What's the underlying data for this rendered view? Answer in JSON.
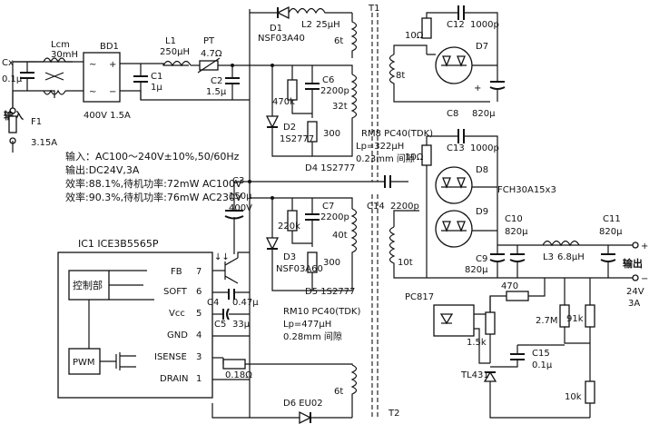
{
  "input": {
    "cx": "Cx",
    "cx_val": "0.1μ",
    "lcm": "Lcm",
    "lcm_val": "30mH",
    "fuse": "F1",
    "fuse_val": "3.15A",
    "label": "输入"
  },
  "bridge": {
    "ref": "BD1",
    "rating": "400V  1.5A"
  },
  "filter": {
    "c1": "C1",
    "c1_val": "1μ",
    "l1": "L1",
    "l1_val": "250μH",
    "pt": "PT",
    "pt_val": "4.7Ω",
    "c2": "C2",
    "c2_val": "1.5μ",
    "c3": "C3",
    "c3_val": "150μ",
    "c3_v": "400V"
  },
  "specs": [
    "输入：AC100～240V±10%,50/60Hz",
    "输出:DC24V,3A",
    "效率:88.1%,待机功率:72mW  AC100V",
    "效率:90.3%,待机功率:76mW  AC230V"
  ],
  "snubber_top": {
    "d1": "D1",
    "d1_val": "NSF03A40",
    "l2": "L2",
    "l2_val": "25μH",
    "turns": "6t",
    "r470": "470k",
    "d2": "D2",
    "d2_val": "1S2777",
    "c6": "C6",
    "c6_val": "2200p",
    "turns32": "32t",
    "r300": "300",
    "d4": "D4  1S2777"
  },
  "snubber_bot": {
    "c7": "C7",
    "c7_val": "2200p",
    "r220": "220k",
    "turns40": "40t",
    "d3": "D3",
    "d3_val": "NSF03A60",
    "r300": "300",
    "d5": "D5  1S2777"
  },
  "transformers": {
    "t1": "T1",
    "t2": "T2",
    "rm8": "RM8  PC40(TDK)",
    "lp1": "Lp=322μH",
    "gap1": "0.23mm 间隙",
    "rm10": "RM10  PC40(TDK)",
    "lp2": "Lp=477μH",
    "gap2": "0.28mm 间隙",
    "c14": "C14",
    "c14_val": "2200p"
  },
  "secondary": {
    "r10a": "10Ω",
    "c12": "C12",
    "c12_val": "1000p",
    "d7": "D7",
    "turns8": "8t",
    "c8": "C8",
    "c8_val": "820μ",
    "r10b": "10Ω",
    "c13": "C13",
    "c13_val": "1000p",
    "d8": "D8",
    "d9": "D9",
    "diode_part": "FCH30A15x3",
    "turns10": "10t",
    "c9": "C9",
    "c9_val": "820μ",
    "c10": "C10",
    "c10_val": "820μ",
    "l3": "L3",
    "l3_val": "6.8μH",
    "c11": "C11",
    "c11_val": "820μ",
    "out_label": "输出",
    "out_v": "24V",
    "out_a": "3A",
    "plus": "+",
    "minus": "−"
  },
  "feedback": {
    "pc817": "PC817",
    "r470": "470",
    "r15k": "1.5k",
    "r27m": "2.7M",
    "r91k": "91k",
    "c15": "C15",
    "c15_val": "0.1μ",
    "tl431": "TL431",
    "r10k": "10k"
  },
  "ic": {
    "ref": "IC1  ICE3B5565P",
    "ctrl": "控制部",
    "pwm": "PWM",
    "pins": [
      {
        "name": "FB",
        "num": "7"
      },
      {
        "name": "SOFT",
        "num": "6"
      },
      {
        "name": "Vcc",
        "num": "5"
      },
      {
        "name": "GND",
        "num": "4"
      },
      {
        "name": "ISENSE",
        "num": "3"
      },
      {
        "name": "DRAIN",
        "num": "1"
      }
    ],
    "c4": "C4",
    "c4_val": "0.47μ",
    "c5": "C5",
    "c5_val": "33μ",
    "rs": "0.18Ω",
    "d6": "D6  EU02",
    "turns6b": "6t"
  }
}
